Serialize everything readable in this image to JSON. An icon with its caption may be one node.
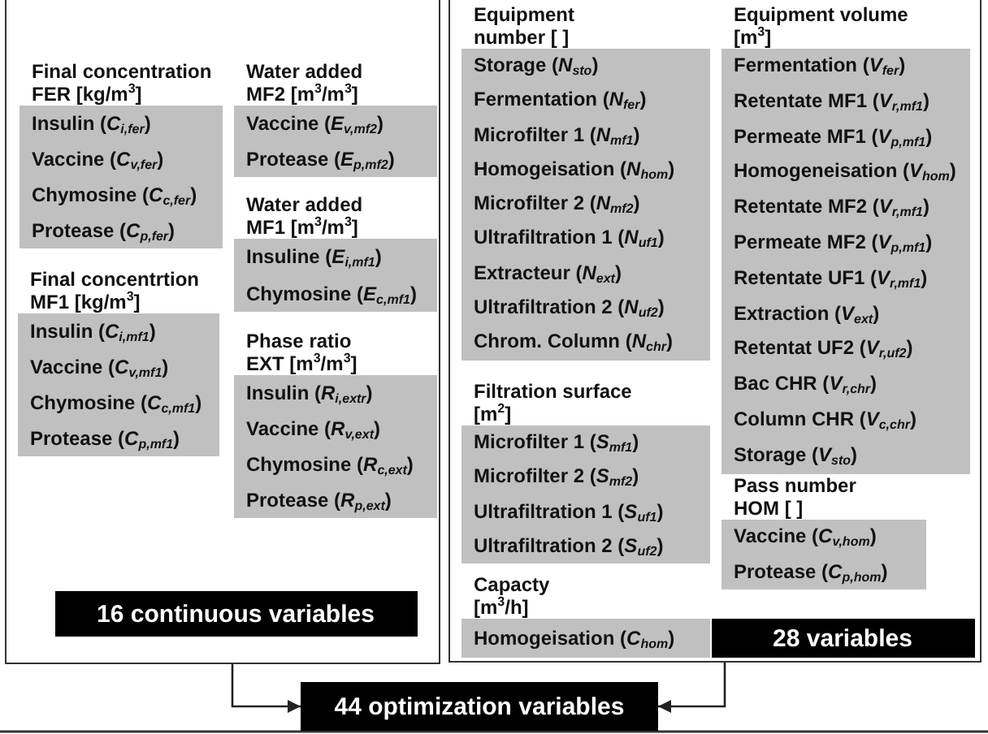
{
  "diagram": {
    "nodes": [
      {
        "text": [],
        "shape": "box"
      },
      {
        "text": [
          "Final concentration FER [kg/m$^{3}$]",
          "Insulin (*C*$_{i,fer}$)",
          "Vaccine (*C*$_{v,fer}$)",
          "Chymosine (*C*$_{c,fer}$)",
          "Protease (*C*$_{p,fer}$)"
        ],
        "in": 0
      },
      {
        "text": [
          "Water added MF2 [m$^{3}$/m$^{3}$]",
          "Vaccine (*E*$_{v,mf2}$)",
          "Protease (*E*$_{p,mf2}$)"
        ],
        "in": 0
      },
      {
        "text": [
          "Water added MF1 [m$^{3}$/m$^{3}$]",
          "Insuline (*E*$_{i,mf1}$)",
          "Chymosine (*E*$_{c,mf1}$)"
        ],
        "in": 0
      },
      {
        "text": [
          "Final concentrtion MF1 [kg/m$^{3}$]",
          "Insulin (*C*$_{i,mf1}$)",
          "Vaccine (*C*$_{v,mf1}$)",
          "Chymosine (*C*$_{c,mf1}$)",
          "Protease (*C*$_{p,mf1}$)"
        ],
        "in": 0
      },
      {
        "text": [
          "Phase ratio EXT [m$^{3}$/m$^{3}$]",
          "Insulin (*R*$_{i,extr}$)",
          "Vaccine (*R*$_{v,ext}$)",
          "Chymosine (*R*$_{c,ext}$)",
          "Protease (*R*$_{p,ext}$)"
        ],
        "in": 0
      },
      {
        "text": [
          "16 continuous variables"
        ],
        "in": 0
      },
      {
        "text": [],
        "shape": "box"
      },
      {
        "text": [
          "Equipment number [ ]",
          "Storage (*N*$_{sto}$)",
          "Fermentation (*N*$_{fer}$)",
          "Microfilter 1 (*N*$_{mf1}$)",
          "Homogeisation (*N*$_{hom}$)",
          "Microfilter 2 (*N*$_{mf2}$)",
          "Ultrafiltration 1 (*N*$_{uf1}$)",
          "Extracteur (*N*$_{ext}$)",
          "Ultrafiltration 2 (*N*$_{uf2}$)",
          "Chrom. Column (*N*$_{chr}$)"
        ],
        "in": 7
      },
      {
        "text": [
          "Equipment volume [m$^{3}$]",
          "Fermentation (*V*$_{fer}$)",
          "Retentate MF1 (*V*$_{r,mf1}$)",
          "Permeate MF1 (*V*$_{p,mf1}$)",
          "Homogeneisation (*V*$_{hom}$)",
          "Retentate MF2 (*V*$_{r,mf1}$)",
          "Permeate MF2 (*V*$_{p,mf1}$)",
          "Retentate UF1 (*V*$_{r,mf1}$)",
          "Extraction (*V*$_{ext}$)",
          "Retentat UF2 (*V*$_{r,uf2}$)",
          "Bac CHR (*V*$_{r,chr}$)",
          "Column CHR (*V*$_{c,chr}$)",
          "Storage (*V*$_{sto}$)"
        ],
        "in": 7
      },
      {
        "text": [
          "Filtration surface [m$^{2}$]",
          "Microfilter 1 (*S*$_{mf1}$)",
          "Microfilter 2 (*S*$_{mf2}$)",
          "Ultrafiltration 1 (*S*$_{uf1}$)",
          "Ultrafiltration 2 (*S*$_{uf2}$)"
        ],
        "in": 7
      },
      {
        "text": [
          "Pass number HOM [ ]",
          "Vaccine (*C*$_{v,hom}$)",
          "Protease (*C*$_{p,hom}$)"
        ],
        "in": 7
      },
      {
        "text": [
          "Capacty [m$^{3}$/h]",
          "Homogeisation (*C*$_{hom}$)"
        ],
        "in": 7
      },
      {
        "text": [
          "28 variables"
        ],
        "in": 7
      },
      {
        "text": [
          "44 optimization variables"
        ]
      }
    ],
    "edges": [
      {
        "from": 0,
        "to": 14,
        "arrow": "to"
      },
      {
        "from": 7,
        "to": 14,
        "arrow": "to"
      }
    ]
  }
}
